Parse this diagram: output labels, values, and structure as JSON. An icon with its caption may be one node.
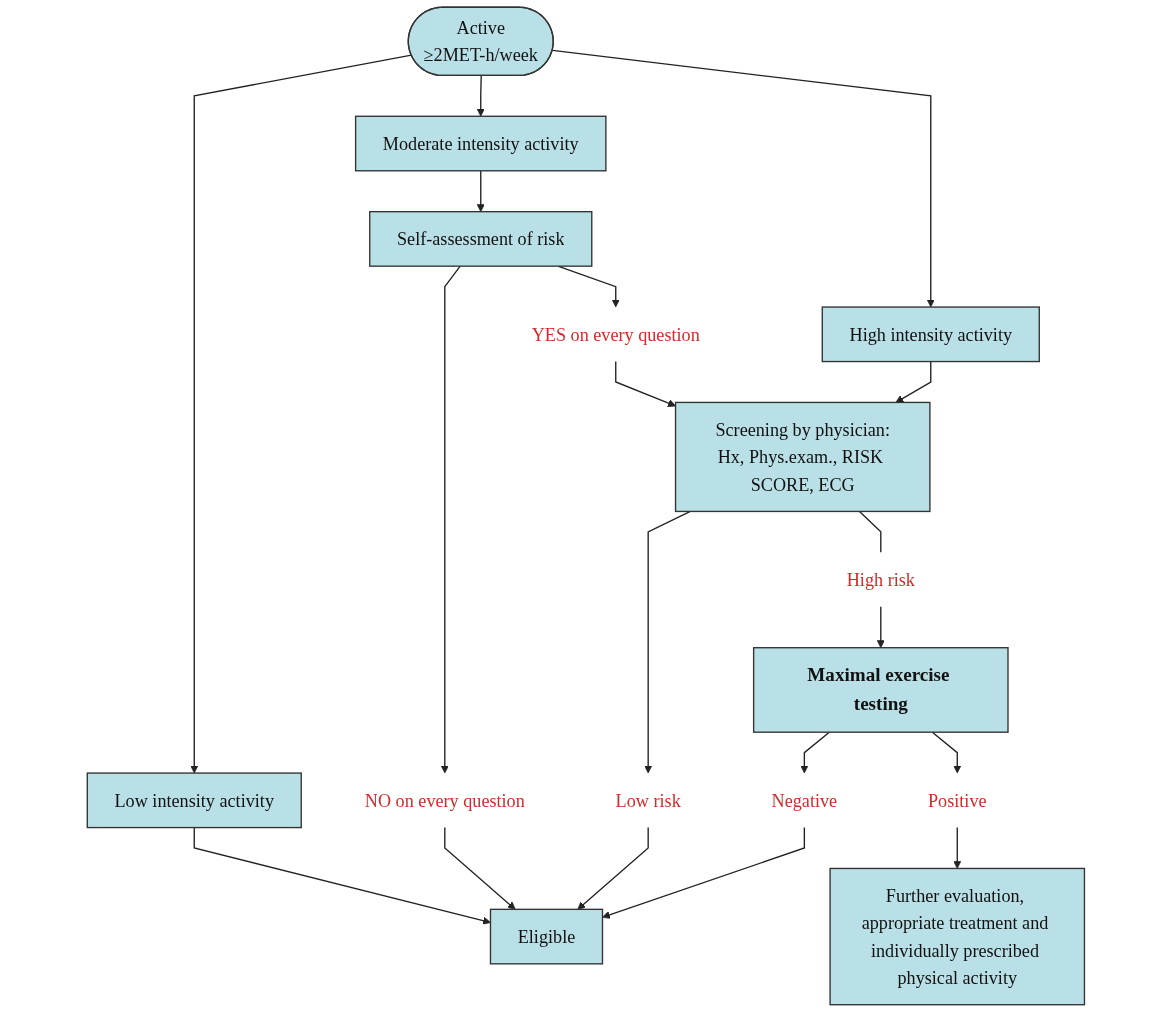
{
  "diagram": {
    "nodes": [
      {
        "text": [
          "Active",
          "≥2MET-h/week"
        ]
      },
      {
        "text": [
          "Low intensity activity"
        ]
      },
      {
        "text": [
          "Moderate intensity activity"
        ]
      },
      {
        "text": [
          "High intensity activity"
        ]
      },
      {
        "text": [
          "Self-assessment of risk"
        ]
      },
      {
        "text": [
          "NO on every question"
        ]
      },
      {
        "text": [
          "YES on every question"
        ]
      },
      {
        "text": [
          "Screening by physician:",
          "Hx, Phys.exam., RISK SCORE, ECG"
        ]
      },
      {
        "text": [
          "Low risk"
        ]
      },
      {
        "text": [
          "High risk"
        ]
      },
      {
        "text": [
          "Maximal exercise testing"
        ]
      },
      {
        "text": [
          "Eligible"
        ]
      },
      {
        "text": [
          "Negative"
        ]
      },
      {
        "text": [
          "Positive"
        ]
      },
      {
        "text": [
          "Further evaluation, appropriate treatment and individually prescribed physical activity"
        ]
      }
    ],
    "edges": [
      {
        "from": 0,
        "to": 1,
        "arrow": "to"
      },
      {
        "from": 0,
        "to": 2,
        "arrow": "to"
      },
      {
        "from": 0,
        "to": 3,
        "arrow": "to"
      },
      {
        "from": 2,
        "to": 4,
        "arrow": "to"
      },
      {
        "from": 4,
        "to": 5,
        "arrow": "to"
      },
      {
        "from": 4,
        "to": 6,
        "arrow": "to"
      },
      {
        "from": 6,
        "to": 7,
        "arrow": "to"
      },
      {
        "from": 3,
        "to": 7,
        "arrow": "to"
      },
      {
        "from": 1,
        "to": 11,
        "arrow": "to"
      },
      {
        "from": 5,
        "to": 11,
        "arrow": "to"
      },
      {
        "from": 7,
        "to": 8,
        "arrow": "to"
      },
      {
        "from": 7,
        "to": 9,
        "arrow": "none"
      },
      {
        "from": 9,
        "to": 10,
        "arrow": "to"
      },
      {
        "from": 8,
        "to": 11,
        "arrow": "to"
      },
      {
        "from": 10,
        "to": 12,
        "arrow": "to"
      },
      {
        "from": 10,
        "to": 13,
        "arrow": "to"
      },
      {
        "from": 12,
        "to": 11,
        "arrow": "to"
      },
      {
        "from": 13,
        "to": 14,
        "arrow": "to"
      }
    ]
  }
}
